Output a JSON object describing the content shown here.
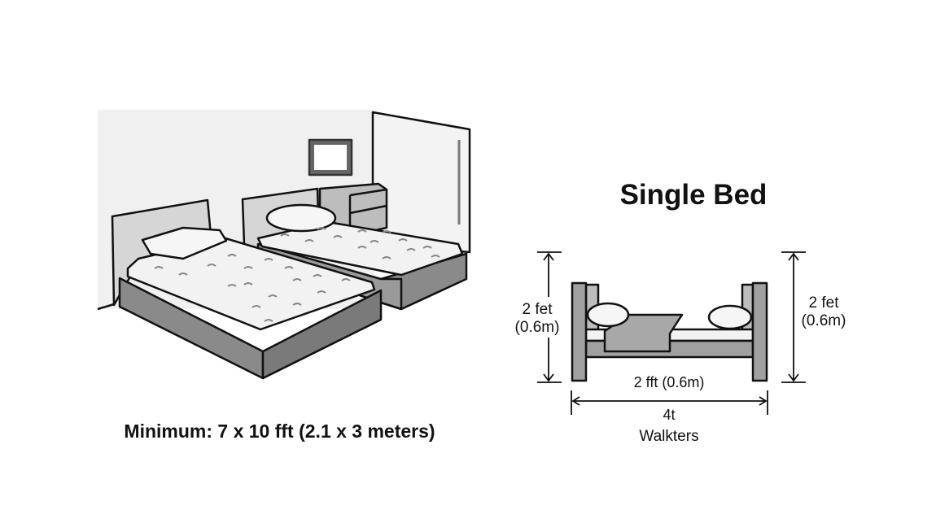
{
  "title": "Single Bed",
  "caption": "Minimum: 7 x 10 fft (2.1 x 3 meters)",
  "dimensions": {
    "left_height": [
      "2 fet",
      "(0.6m)"
    ],
    "right_height": [
      "2 fet",
      "(0.6m)"
    ],
    "inner_width": "2 fft (0.6m)",
    "total_width": "4t",
    "total_width_sub": "Walkters"
  },
  "colors": {
    "frame": "#8a8a8a",
    "mattress": "#f2f2f2",
    "wall": "#f0f0f0",
    "outline": "#111111"
  }
}
